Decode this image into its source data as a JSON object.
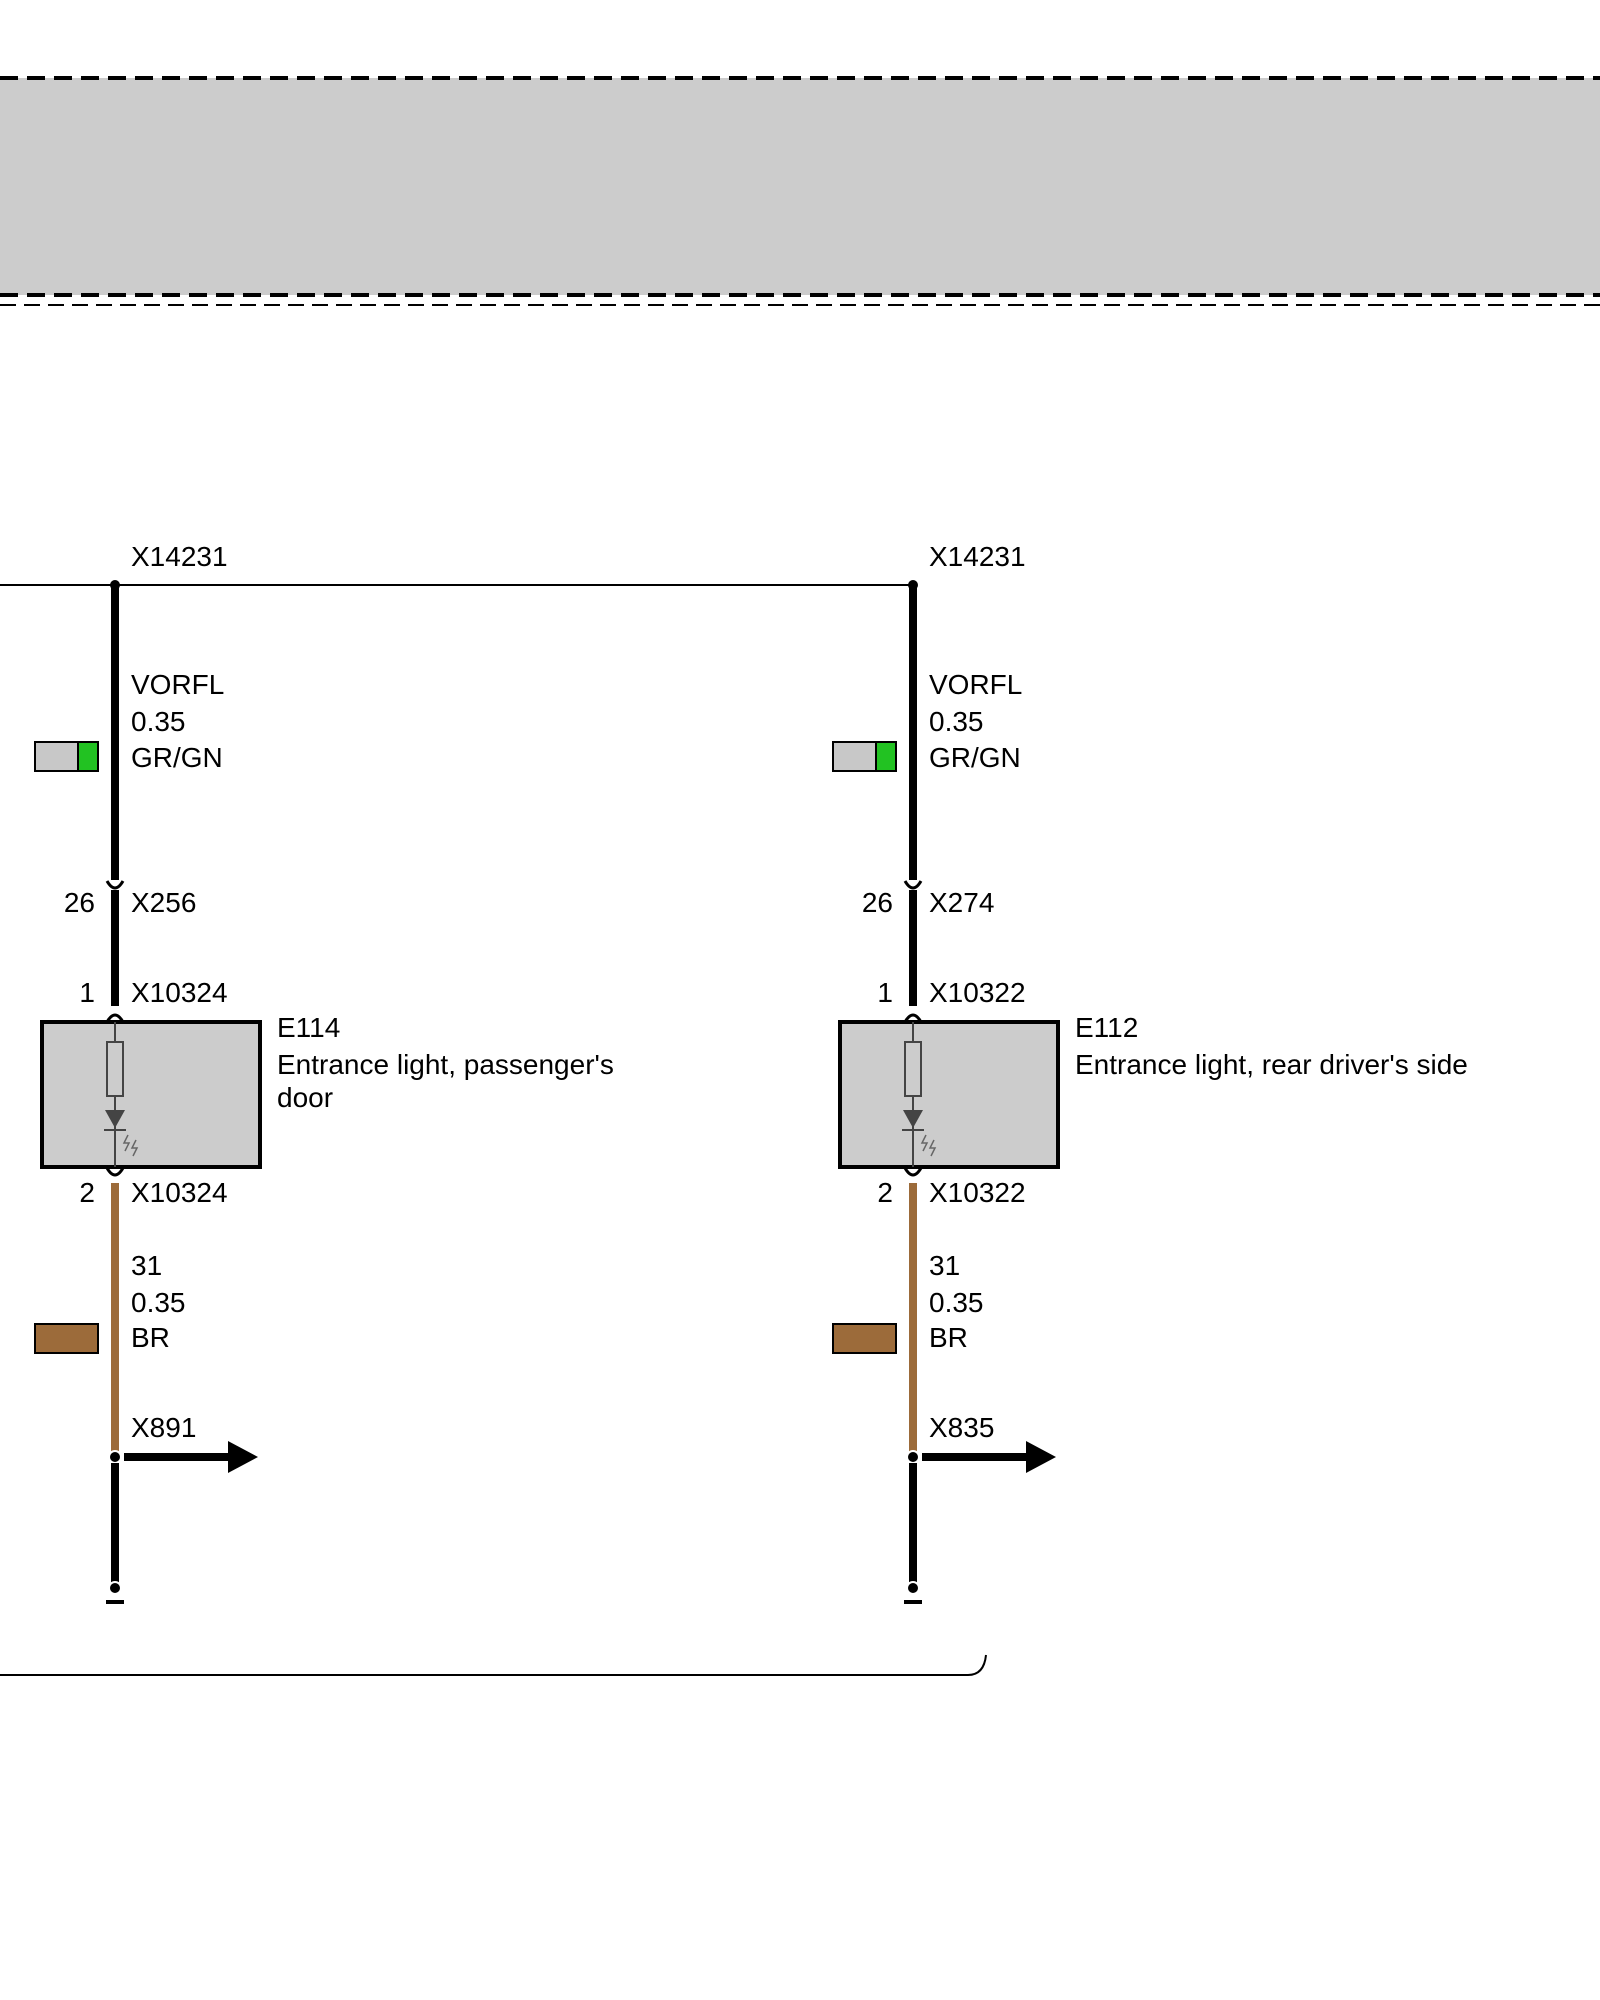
{
  "colors": {
    "housing_fill": "#cccccc",
    "wire_black": "#000000",
    "wire_brown": "#9c6b3a",
    "swatch_grey": "#c8c8c8",
    "swatch_green": "#22c222",
    "swatch_brown": "#9c6b3a"
  },
  "circuits": [
    {
      "splice": "X14231",
      "wire_top": {
        "signal": "VORFL",
        "gauge": "0.35",
        "color_code": "GR/GN"
      },
      "plug": {
        "pin": "26",
        "connector": "X256"
      },
      "component_top": {
        "pin": "1",
        "connector": "X10324"
      },
      "component": {
        "id": "E114",
        "desc_line1": "Entrance light, passenger's",
        "desc_line2": "door"
      },
      "component_bottom": {
        "pin": "2",
        "connector": "X10324"
      },
      "wire_bottom": {
        "signal": "31",
        "gauge": "0.35",
        "color_code": "BR"
      },
      "ground": "X891"
    },
    {
      "splice": "X14231",
      "wire_top": {
        "signal": "VORFL",
        "gauge": "0.35",
        "color_code": "GR/GN"
      },
      "plug": {
        "pin": "26",
        "connector": "X274"
      },
      "component_top": {
        "pin": "1",
        "connector": "X10322"
      },
      "component": {
        "id": "E112",
        "desc_line1": "Entrance light, rear driver's side",
        "desc_line2": ""
      },
      "component_bottom": {
        "pin": "2",
        "connector": "X10322"
      },
      "wire_bottom": {
        "signal": "31",
        "gauge": "0.35",
        "color_code": "BR"
      },
      "ground": "X835"
    }
  ]
}
